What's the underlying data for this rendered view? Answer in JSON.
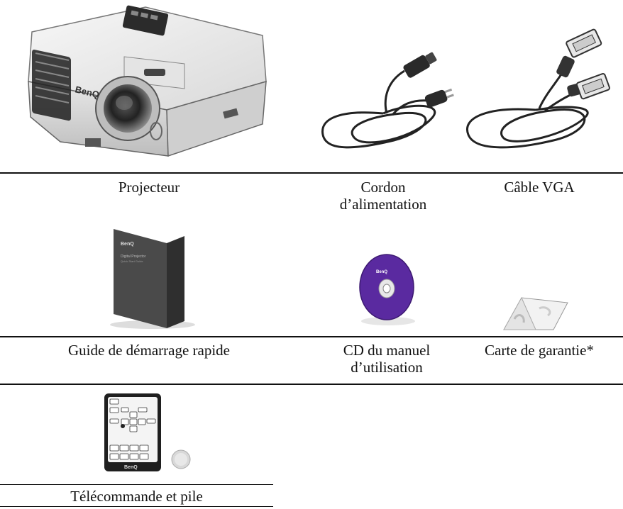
{
  "rows": [
    {
      "items": [
        {
          "label": "Projecteur",
          "icon": "projector-icon"
        },
        {
          "label": "Cordon\nd’alimentation",
          "icon": "power-cord-icon"
        },
        {
          "label": "Câble VGA",
          "icon": "vga-cable-icon"
        }
      ]
    },
    {
      "items": [
        {
          "label": "Guide de démarrage rapide",
          "icon": "quick-start-guide-icon"
        },
        {
          "label": "CD du manuel\nd’utilisation",
          "icon": "user-manual-cd-icon"
        },
        {
          "label": "Carte de garantie*",
          "icon": "warranty-card-icon"
        }
      ]
    },
    {
      "items": [
        {
          "label": "Télécommande et pile",
          "icon": "remote-control-battery-icon"
        }
      ]
    }
  ],
  "brand_text": "BenQ",
  "guide_cover_text": "Digital Projector",
  "guide_cover_subtext": "Quick Start Guide",
  "colors": {
    "cd_purple": "#5a2aa0",
    "guide_gray": "#505050",
    "rule": "#111111"
  }
}
